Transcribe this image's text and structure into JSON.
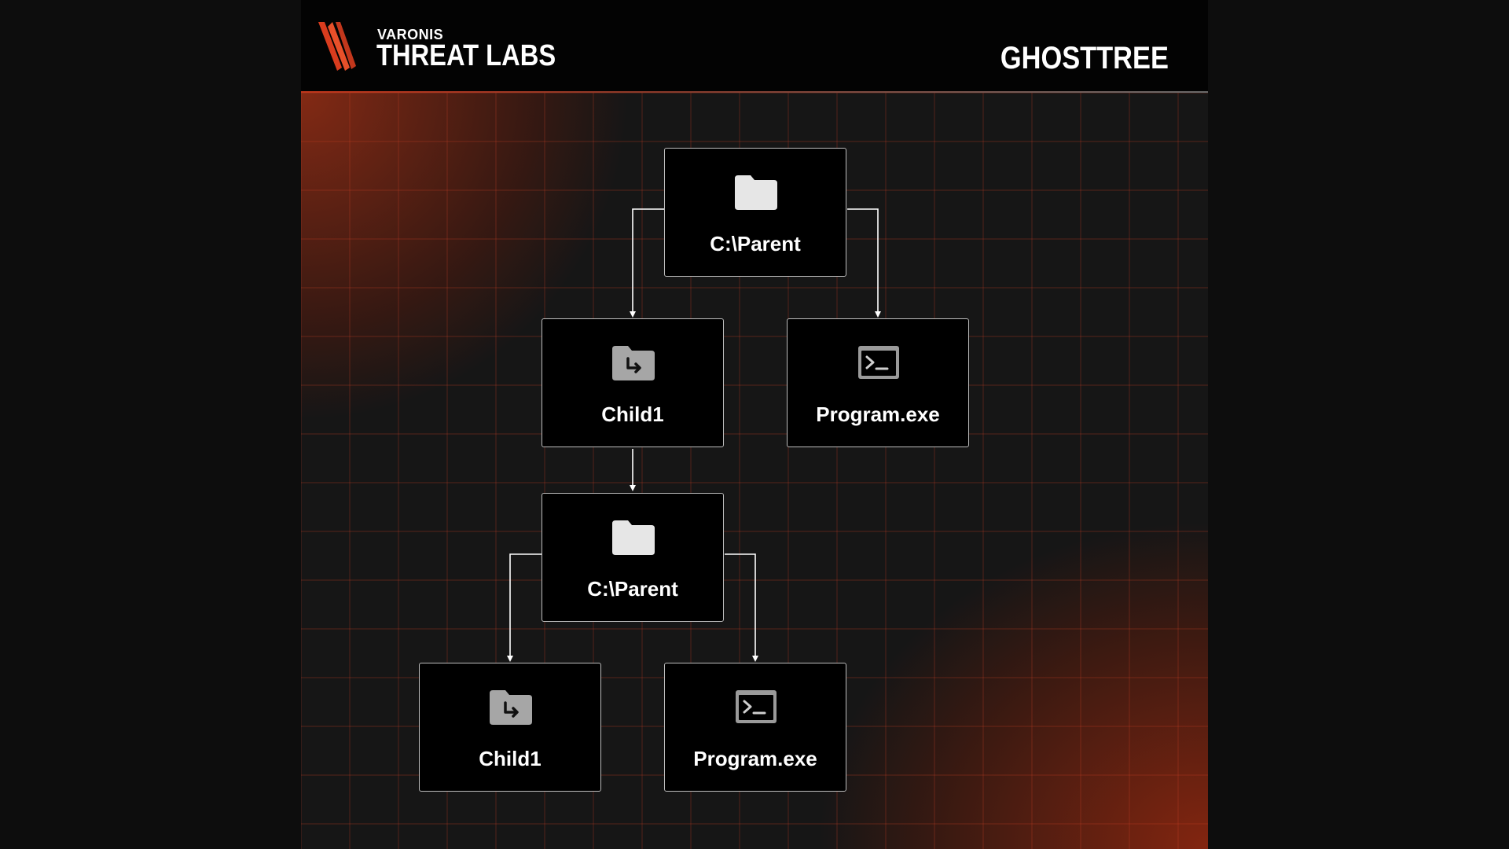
{
  "header": {
    "brand_small": "VARONIS",
    "brand_large": "THREAT LABS",
    "title": "GHOSTTREE"
  },
  "colors": {
    "accent": "#c2371c",
    "node_border": "#bdbdbd",
    "node_fill": "#000000",
    "background": "#161616"
  },
  "diagram": {
    "nodes": [
      {
        "id": "parent-1",
        "label": "C:\\Parent",
        "icon": "folder-icon"
      },
      {
        "id": "child-1",
        "label": "Child1",
        "icon": "folder-shortcut-icon"
      },
      {
        "id": "program-1",
        "label": "Program.exe",
        "icon": "terminal-icon"
      },
      {
        "id": "parent-2",
        "label": "C:\\Parent",
        "icon": "folder-icon"
      },
      {
        "id": "child-2",
        "label": "Child1",
        "icon": "folder-shortcut-icon"
      },
      {
        "id": "program-2",
        "label": "Program.exe",
        "icon": "terminal-icon"
      }
    ],
    "edges": [
      {
        "from": "parent-1",
        "to": "child-1"
      },
      {
        "from": "parent-1",
        "to": "program-1"
      },
      {
        "from": "child-1",
        "to": "parent-2"
      },
      {
        "from": "parent-2",
        "to": "child-2"
      },
      {
        "from": "parent-2",
        "to": "program-2"
      }
    ]
  }
}
